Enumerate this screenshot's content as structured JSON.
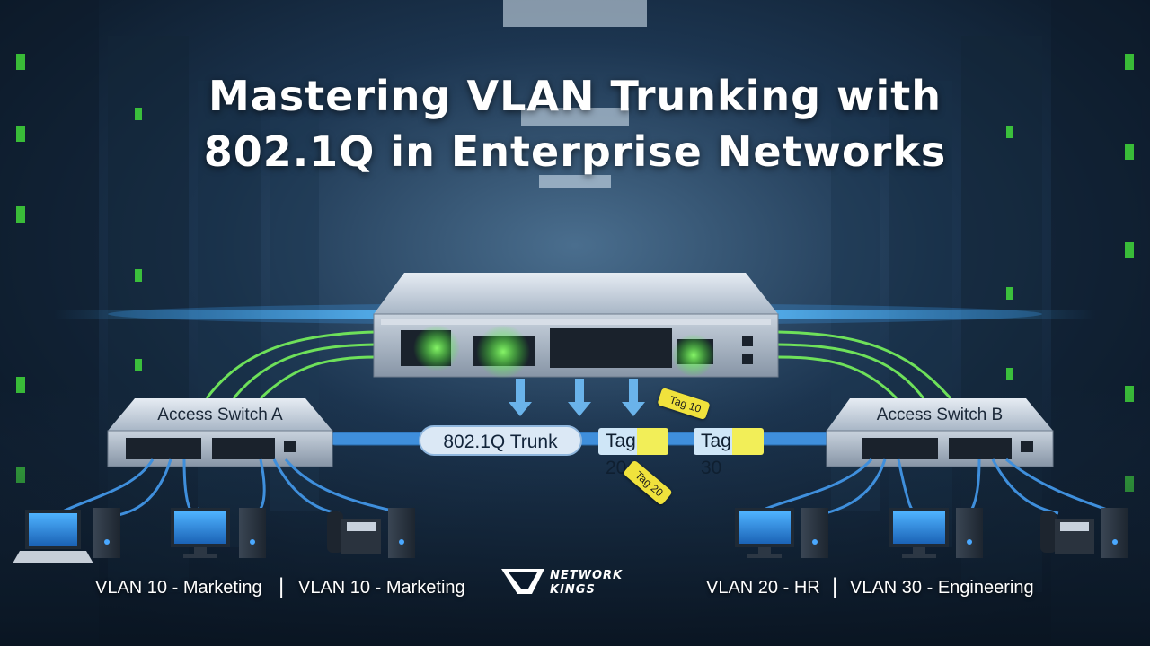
{
  "title": {
    "line1": "Mastering VLAN Trunking with",
    "line2": "802.1Q in Enterprise Networks"
  },
  "switches": {
    "left": "Access Switch A",
    "right": "Access Switch B"
  },
  "trunk": {
    "label": "802.1Q Trunk",
    "tags": [
      "Tag 20",
      "Tag 30"
    ],
    "flags": [
      "Tag 10",
      "Tag 20"
    ]
  },
  "vlans": [
    "VLAN 10 - Marketing",
    "VLAN 10 - Marketing",
    "VLAN 20 - HR",
    "VLAN 30 - Engineering"
  ],
  "separator": "|",
  "logo": {
    "line1": "NETWORK",
    "line2": "KINGS"
  },
  "colors": {
    "cable_green": "#6ee05a",
    "cable_blue": "#3f8fdc",
    "glow_green": "#5dff4a",
    "tag_yellow": "#f0e23c",
    "background": "#0b1a2c"
  }
}
